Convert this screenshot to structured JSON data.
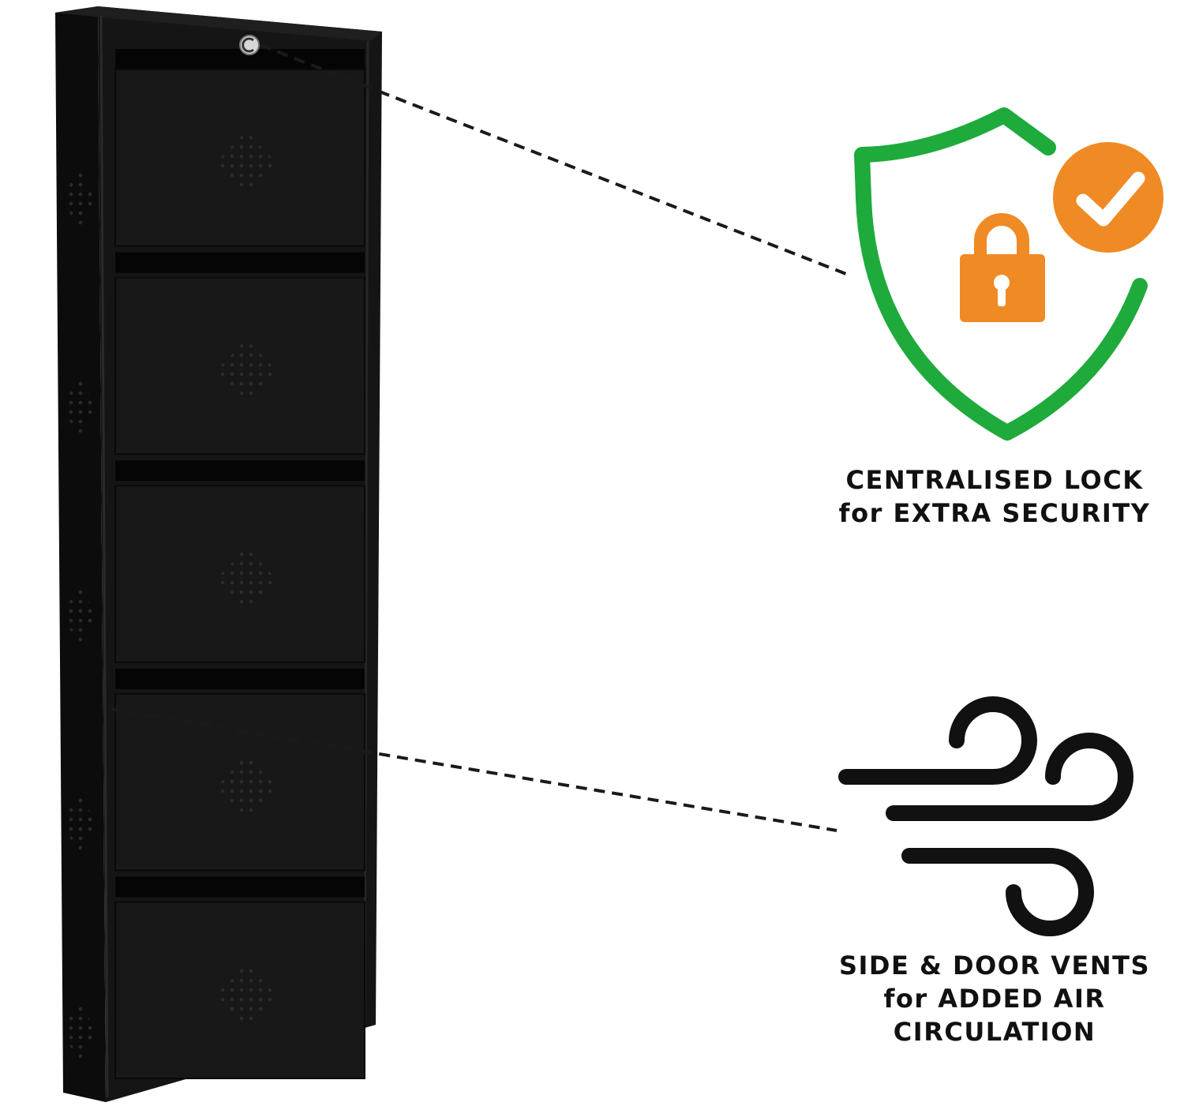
{
  "colors": {
    "shield_green": "#1faa3c",
    "lock_orange": "#f08a24",
    "badge_orange": "#f08a24",
    "cabinet_black": "#111111",
    "text_dark": "#111111"
  },
  "icons": {
    "shield": "shield-icon",
    "padlock": "padlock-icon",
    "check_badge": "check-badge-icon",
    "wind": "wind-icon"
  },
  "cabinet": {
    "door_count": 5
  },
  "features": {
    "lock": {
      "line1": "CENTRALISED LOCK",
      "line2": "for EXTRA SECURITY"
    },
    "vents": {
      "line1": "SIDE & DOOR VENTS",
      "line2": "for ADDED AIR",
      "line3": "CIRCULATION"
    }
  }
}
